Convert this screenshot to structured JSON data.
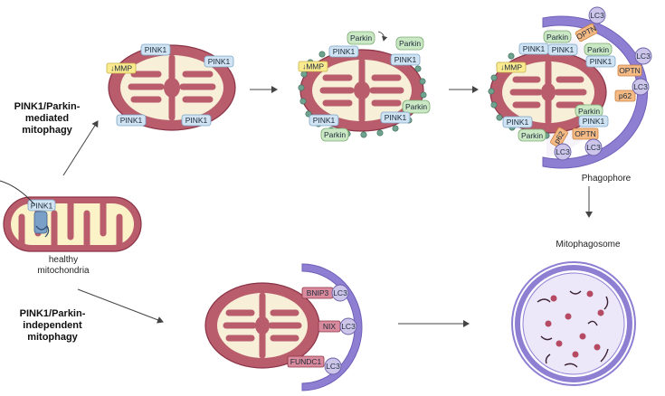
{
  "colors": {
    "mito_outer": "#b95c6c",
    "mito_outer_stroke": "#8a3346",
    "mito_matrix": "#f7efd7",
    "healthy_matrix": "#fbf2c8",
    "pink1": "#cfe3f3",
    "pink1_stroke": "#7ea6c8",
    "parkin": "#cbe8c4",
    "parkin_stroke": "#7cab73",
    "lc3": "#cdc6ea",
    "lc3_stroke": "#6a5fa8",
    "optn": "#f5b984",
    "optn_stroke": "#c9803f",
    "mmp": "#fbeb90",
    "membrane": "#8f7fd3",
    "membrane_stroke": "#6f5fb8",
    "ubiquitin": "#6fa38f",
    "arrow": "#444444"
  },
  "labels": {
    "healthy": [
      "healthy",
      "mitochondria"
    ],
    "pathway1": [
      "PINK1/Parkin-",
      "mediated",
      "mitophagy"
    ],
    "pathway2": [
      "PINK1/Parkin-",
      "independent",
      "mitophagy"
    ],
    "phagophore": "Phagophore",
    "mitophagosome": "Mitophagosome",
    "mmp": "↓MMP",
    "pink1": "PINK1",
    "parkin": "Parkin",
    "lc3": "LC3",
    "optn": "OPTN",
    "p62": "p62",
    "bnip3": "BNIP3",
    "nix": "NIX",
    "fundc1": "FUNDC1"
  }
}
